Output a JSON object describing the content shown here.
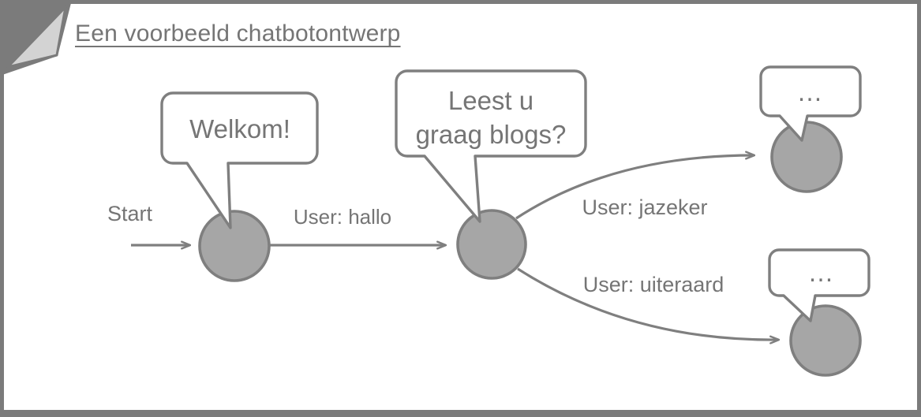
{
  "slide": {
    "title": "Een voorbeeld chatbotontwerp"
  },
  "diagram": {
    "start_label": "Start",
    "speech_bubbles": {
      "welkom": {
        "text": "Welkom!"
      },
      "question": {
        "line1": "Leest u",
        "line2": "graag blogs?"
      },
      "reply_top": {
        "text": "…"
      },
      "reply_bottom": {
        "text": "…"
      }
    },
    "transitions": {
      "hallo": {
        "label": "User: hallo"
      },
      "jazeker": {
        "label": "User: jazeker"
      },
      "uiteraard": {
        "label": "User: uiteraard"
      }
    }
  },
  "colors": {
    "frame": "#7b7b7b",
    "shape_stroke": "#7f7f7f",
    "state_fill": "#a6a6a6",
    "fold_fill": "#d3d3d3",
    "text": "#757575",
    "background": "#ffffff"
  }
}
